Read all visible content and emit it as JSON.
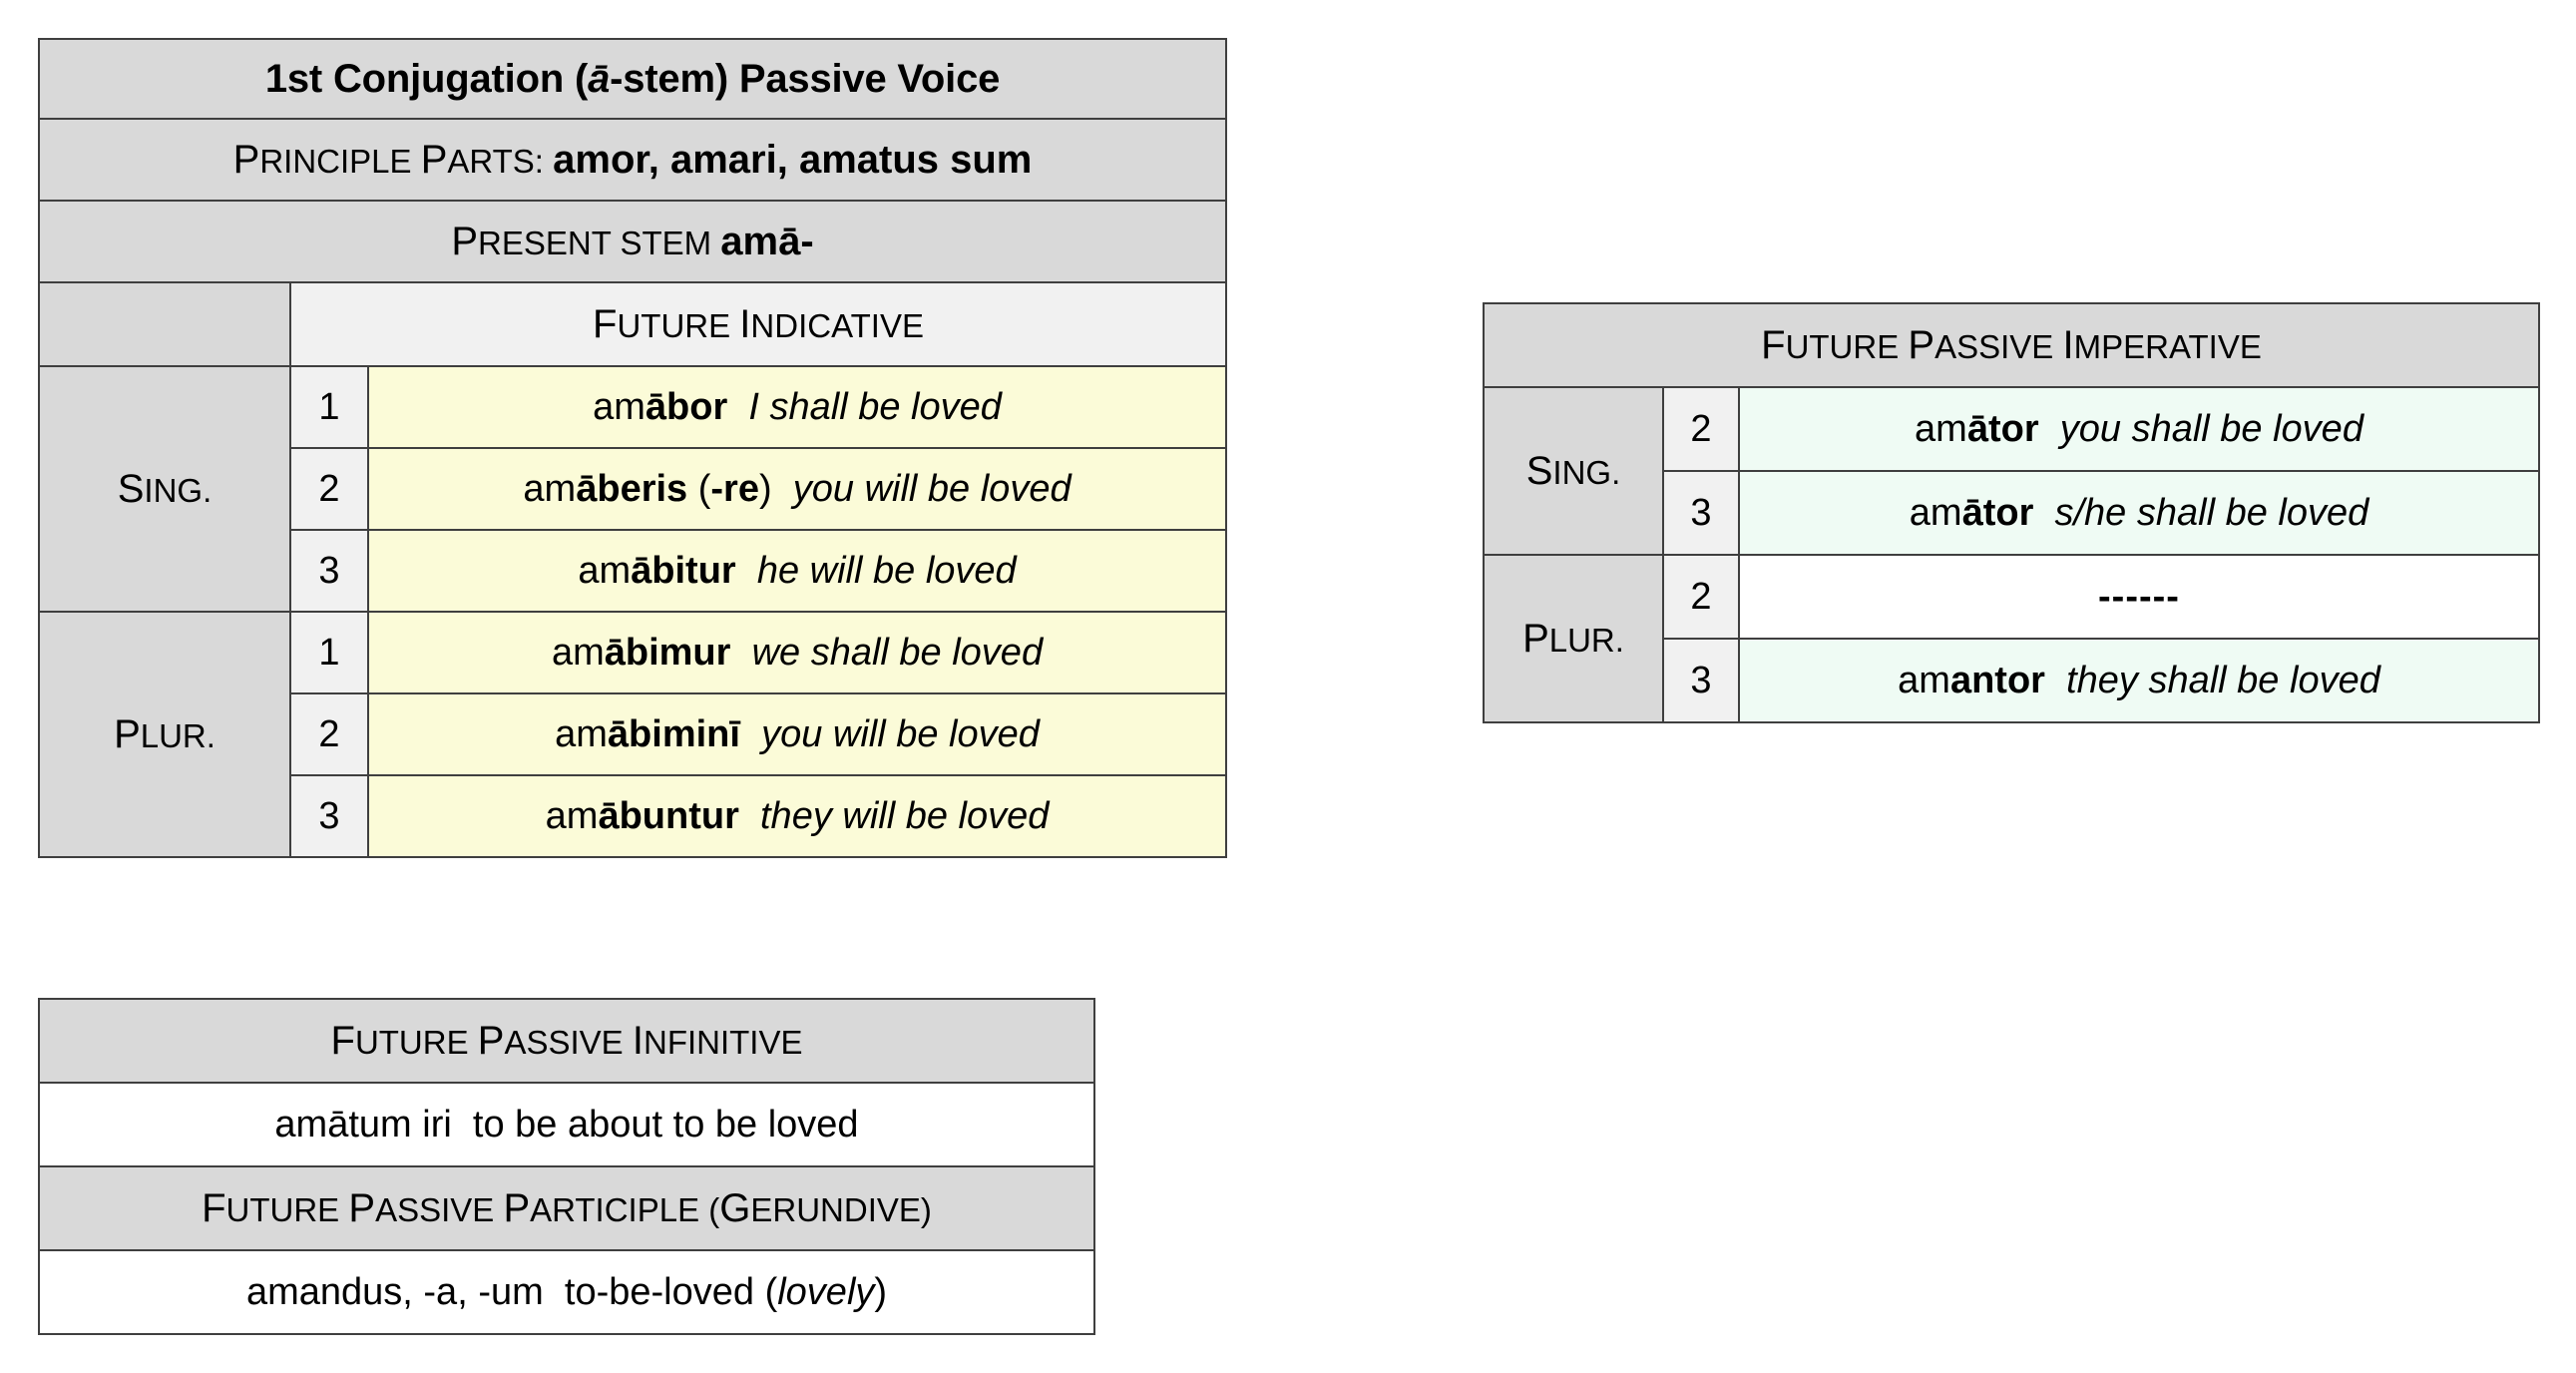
{
  "indicative_table": {
    "title": {
      "before": "1st Conjugation (",
      "italic": "ā",
      "after": "-stem) Passive Voice"
    },
    "principle_parts": {
      "label_cap": "P",
      "label_rest": "RINCIPLE ",
      "label_cap2": "P",
      "label_rest2": "ARTS:",
      "value": "amor, amari, amatus sum"
    },
    "present_stem": {
      "label_cap": "P",
      "label_rest": "RESENT STEM ",
      "value": "amā-"
    },
    "header": {
      "blank": "",
      "cap1": "F",
      "rest1": "UTURE ",
      "cap2": "I",
      "rest2": "NDICATIVE"
    },
    "groups": [
      {
        "label_cap": "S",
        "label_rest": "ING.",
        "rows": [
          {
            "num": "1",
            "stem": "am",
            "ending": "ābor",
            "paren": "",
            "translation": "I shall be loved"
          },
          {
            "num": "2",
            "stem": "am",
            "ending": "āberis",
            "paren": "(-re)",
            "paren_plain_open": "(",
            "paren_bold": "-re",
            "paren_plain_close": ")",
            "translation": "you will be loved"
          },
          {
            "num": "3",
            "stem": "am",
            "ending": "ābitur",
            "paren": "",
            "translation": "he will be loved"
          }
        ]
      },
      {
        "label_cap": "P",
        "label_rest": "LUR.",
        "rows": [
          {
            "num": "1",
            "stem": "am",
            "ending": "ābimur",
            "paren": "",
            "translation": "we shall be loved"
          },
          {
            "num": "2",
            "stem": "am",
            "ending": "ābiminī",
            "paren": "",
            "translation": "you will be loved"
          },
          {
            "num": "3",
            "stem": "am",
            "ending": "ābuntur",
            "paren": "",
            "translation": "they will be loved"
          }
        ]
      }
    ]
  },
  "imperative_table": {
    "header": {
      "cap1": "F",
      "rest1": "UTURE ",
      "cap2": "P",
      "rest2": "ASSIVE ",
      "cap3": "I",
      "rest3": "MPERATIVE"
    },
    "groups": [
      {
        "label_cap": "S",
        "label_rest": "ING.",
        "rows": [
          {
            "num": "2",
            "stem": "am",
            "ending": "ātor",
            "translation": "you shall be loved"
          },
          {
            "num": "3",
            "stem": "am",
            "ending": "ātor",
            "translation": "s/he shall be loved"
          }
        ]
      },
      {
        "label_cap": "P",
        "label_rest": "LUR.",
        "rows": [
          {
            "num": "2",
            "stem": "",
            "ending": "",
            "translation": "",
            "dashes": "------",
            "empty": true
          },
          {
            "num": "3",
            "stem": "am",
            "ending": "antor",
            "translation": "they shall be loved"
          }
        ]
      }
    ]
  },
  "infinitive_table": {
    "infinitive_header": {
      "cap1": "F",
      "rest1": "UTURE ",
      "cap2": "P",
      "rest2": "ASSIVE ",
      "cap3": "I",
      "rest3": "NFINITIVE"
    },
    "infinitive_row": {
      "stem": "amāt",
      "ending": "um iri",
      "translation": "to be about to be loved"
    },
    "participle_header": {
      "cap1": "F",
      "rest1": "UTURE ",
      "cap2": "P",
      "rest2": "ASSIVE ",
      "cap3": "P",
      "rest3": "ARTICIPLE (",
      "cap4": "G",
      "rest4": "ERUNDIVE)"
    },
    "participle_row": {
      "stem": "am",
      "ending": "andus",
      "sep1": ", ",
      "ending2": "-a",
      "sep2": ", ",
      "ending3": "-um",
      "translation_a": "to-be-loved (",
      "translation_italic": "lovely",
      "translation_b": ")"
    }
  },
  "colors": {
    "gray_fill": "#d9d9d9",
    "light_fill": "#f1f1f1",
    "yellow_fill": "#fbfbd8",
    "mint_fill": "#effbf4",
    "border": "#3f3f3f",
    "text": "#000000"
  }
}
